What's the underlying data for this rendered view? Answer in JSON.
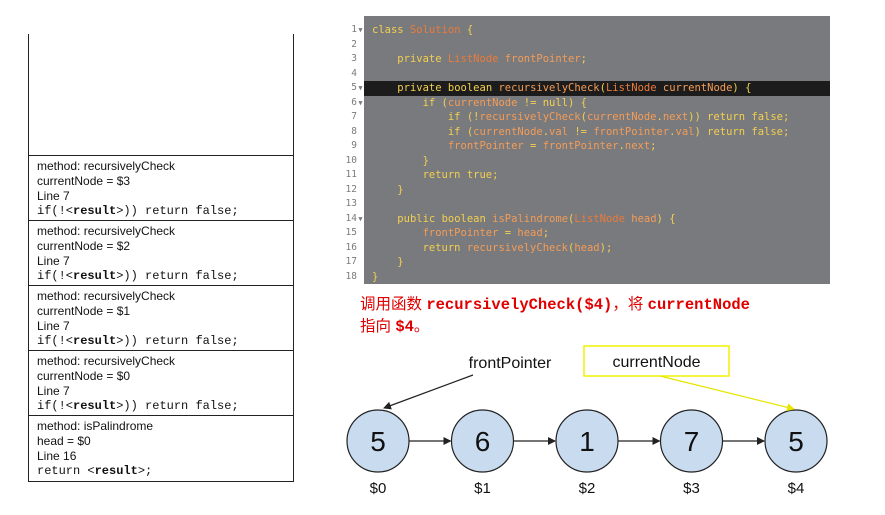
{
  "stack_frames": [
    {
      "method": "method: recursivelyCheck",
      "var": "currentNode  = $3",
      "line": "Line 7",
      "code_pre": "if(!<",
      "code_bold": "result",
      "code_post": ">)) return false;"
    },
    {
      "method": "method: recursivelyCheck",
      "var": "currentNode  = $2",
      "line": "Line 7",
      "code_pre": "if(!<",
      "code_bold": "result",
      "code_post": ">)) return false;"
    },
    {
      "method": "method: recursivelyCheck",
      "var": "currentNode  = $1",
      "line": "Line 7",
      "code_pre": "if(!<",
      "code_bold": "result",
      "code_post": ">)) return false;"
    },
    {
      "method": "method: recursivelyCheck",
      "var": "currentNode  = $0",
      "line": "Line 7",
      "code_pre": "if(!<",
      "code_bold": "result",
      "code_post": ">)) return false;"
    },
    {
      "method": "method: isPalindrome",
      "var": "head = $0",
      "line": "Line 16",
      "code_pre": "return <",
      "code_bold": "result",
      "code_post": ">;"
    }
  ],
  "code": {
    "highlight_line": 5,
    "lines": [
      {
        "n": "1",
        "fold": "▼",
        "text": "class Solution {"
      },
      {
        "n": "2",
        "fold": "",
        "text": ""
      },
      {
        "n": "3",
        "fold": "",
        "text": "    private ListNode frontPointer;"
      },
      {
        "n": "4",
        "fold": "",
        "text": ""
      },
      {
        "n": "5",
        "fold": "▼",
        "text": "    private boolean recursivelyCheck(ListNode currentNode) {"
      },
      {
        "n": "6",
        "fold": "▼",
        "text": "        if (currentNode != null) {"
      },
      {
        "n": "7",
        "fold": "",
        "text": "            if (!recursivelyCheck(currentNode.next)) return false;"
      },
      {
        "n": "8",
        "fold": "",
        "text": "            if (currentNode.val != frontPointer.val) return false;"
      },
      {
        "n": "9",
        "fold": "",
        "text": "            frontPointer = frontPointer.next;"
      },
      {
        "n": "10",
        "fold": "",
        "text": "        }"
      },
      {
        "n": "11",
        "fold": "",
        "text": "        return true;"
      },
      {
        "n": "12",
        "fold": "",
        "text": "    }"
      },
      {
        "n": "13",
        "fold": "",
        "text": ""
      },
      {
        "n": "14",
        "fold": "▼",
        "text": "    public boolean isPalindrome(ListNode head) {"
      },
      {
        "n": "15",
        "fold": "",
        "text": "        frontPointer = head;"
      },
      {
        "n": "16",
        "fold": "",
        "text": "        return recursivelyCheck(head);"
      },
      {
        "n": "17",
        "fold": "",
        "text": "    }"
      },
      {
        "n": "18",
        "fold": "",
        "text": "}"
      }
    ]
  },
  "caption": {
    "line1_a": "调用函数 ",
    "line1_b": "recursivelyCheck($4)",
    "line1_c": "，将 ",
    "line1_d": "currentNode",
    "line2_a": "指向 ",
    "line2_b": "$4",
    "line2_c": "。"
  },
  "list": {
    "nodes": [
      {
        "value": "5",
        "addr": "$0"
      },
      {
        "value": "6",
        "addr": "$1"
      },
      {
        "value": "1",
        "addr": "$2"
      },
      {
        "value": "7",
        "addr": "$3"
      },
      {
        "value": "5",
        "addr": "$4"
      }
    ],
    "front_pointer_label": "frontPointer",
    "current_node_label": "currentNode",
    "front_pointer_target": 0,
    "current_node_target": 4,
    "node_fill": "#c9dbef",
    "current_node_color": "#f2f200"
  }
}
